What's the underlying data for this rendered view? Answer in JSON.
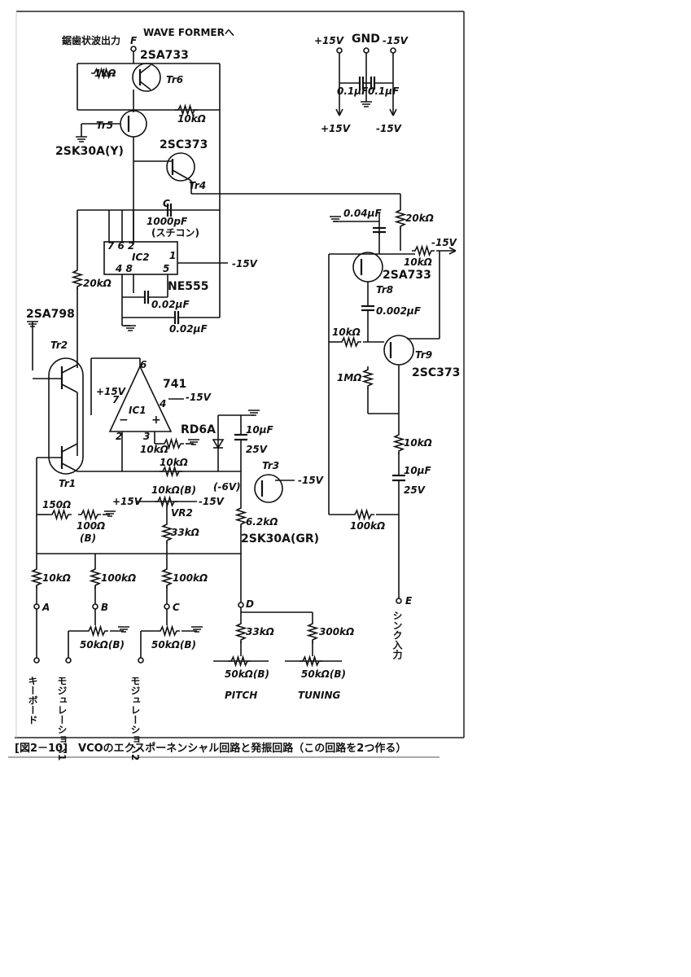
{
  "header": {
    "wave_former": "WAVE FORMERへ",
    "sawtooth_out": "鋸歯状波出力",
    "node_F": "F"
  },
  "power": {
    "p15": "+15V",
    "gnd": "GND",
    "m15": "-15V",
    "c1": "0.1μF",
    "c2": "0.1μF",
    "out_p15": "+15V",
    "out_m15": "-15V"
  },
  "parts": {
    "tr6_type": "2SA733",
    "tr6": "Tr6",
    "r1k": "1kΩ",
    "tr5": "Tr5",
    "tr5_type": "2SK30A(Y)",
    "r10k_a": "10kΩ",
    "tr4_type": "2SC373",
    "tr4": "Tr4",
    "c_label": "C",
    "c1000": "1000pF",
    "c_note": "(スチコン)",
    "ic2": "IC2",
    "ic2_type": "NE555",
    "ic2_pins_top": "7  6  2",
    "ic2_pins_bot": "4  8",
    "ic2_pin5": "5",
    "ic2_pin1": "1",
    "ic2_m15": "-15V",
    "r20k": "20kΩ",
    "c002a": "0.02μF",
    "c002b": "0.02μF",
    "tr2_type": "2SA798",
    "tr2": "Tr2",
    "tr1": "Tr1",
    "ic1": "IC1",
    "ic1_type": "741",
    "ic1_p15": "+15V",
    "ic1_m15": "-15V",
    "pin7": "7",
    "pin6": "6",
    "pin4": "4",
    "pin2": "2",
    "pin3": "3",
    "r10k_b": "10kΩ",
    "r10k_c": "10kΩ",
    "rd6a": "RD6A",
    "c10u_a": "10μF",
    "v25_a": "25V",
    "m6v": "(-6V)",
    "tr3": "Tr3",
    "tr3_m15": "-15V",
    "r150": "150Ω",
    "r100": "100Ω",
    "r100b": "(B)",
    "vr2_label": "10kΩ(B)",
    "vr2_p15": "+15V",
    "vr2_m15": "-15V",
    "vr2": "VR2",
    "r62k": "6.2kΩ",
    "tr3_type": "2SK30A(GR)",
    "r33k_a": "33kΩ",
    "r10k_d": "10kΩ",
    "r100k_a": "100kΩ",
    "r100k_b": "100kΩ",
    "node_A": "A",
    "node_B": "B",
    "node_C": "C",
    "node_D": "D",
    "pot_b": "50kΩ(B)",
    "pot_c": "50kΩ(B)",
    "r33k_b": "33kΩ",
    "r300k": "300kΩ",
    "pot_pitch": "50kΩ(B)",
    "pot_tuning": "50kΩ(B)",
    "pitch": "PITCH",
    "tuning": "TUNING",
    "keyboard": "キーボード",
    "mod1": "モジュレーション1",
    "mod2": "モジュレーション2"
  },
  "sync": {
    "c004": "0.04μF",
    "r20k": "20kΩ",
    "m15": "-15V",
    "r10k_e": "10kΩ",
    "tr8_type": "2SA733",
    "tr8": "Tr8",
    "c0002": "0.002μF",
    "r10k_f": "10kΩ",
    "tr9": "Tr9",
    "tr9_type": "2SC373",
    "r1m": "1MΩ",
    "r10k_g": "10kΩ",
    "c10u_b": "10μF",
    "v25_b": "25V",
    "r100k_c": "100kΩ",
    "node_E": "E",
    "sync_in": "シンク入力"
  },
  "caption": "[図2－10]　VCOのエクスポーネンシャル回路と発振回路（この回路を2つ作る）"
}
